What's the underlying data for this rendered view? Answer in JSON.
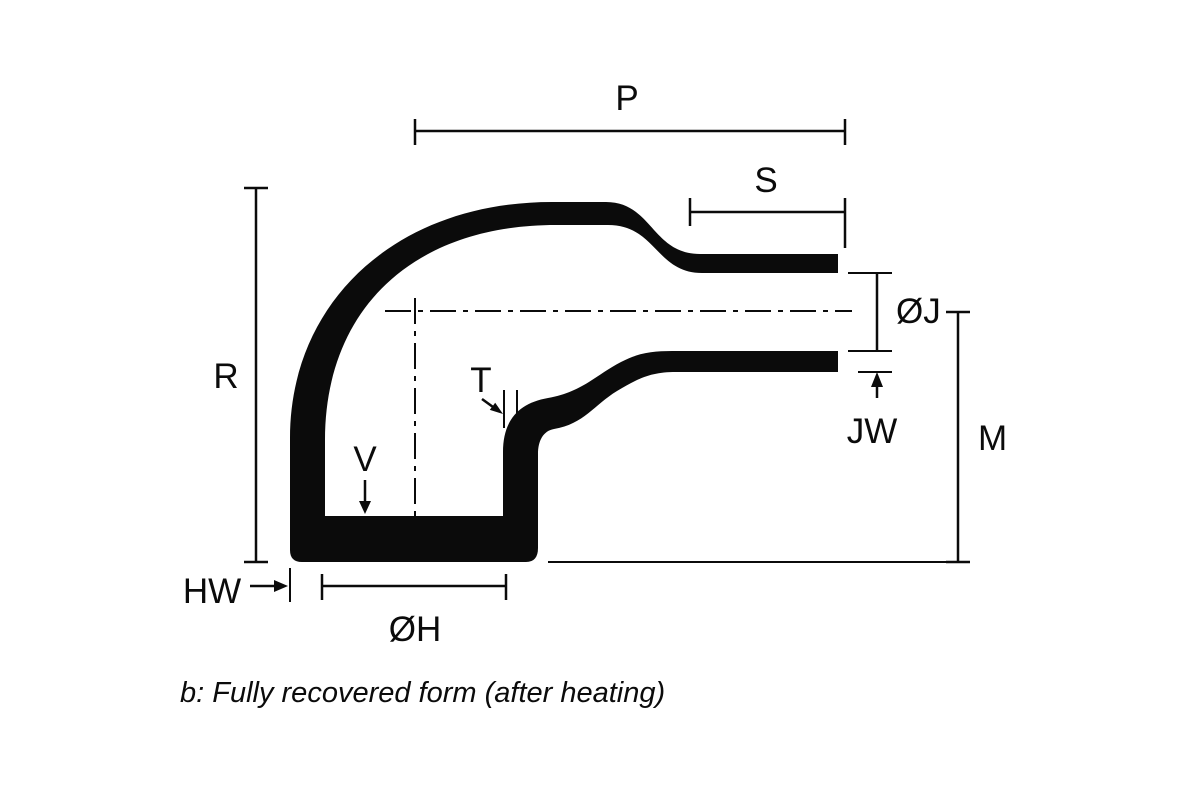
{
  "diagram": {
    "caption": "b: Fully recovered form (after heating)",
    "colors": {
      "ink": "#0b0b0b",
      "background": "#ffffff"
    },
    "dimensions": {
      "p": "P",
      "s": "S",
      "r": "R",
      "oj": "ØJ",
      "jw": "JW",
      "m": "M",
      "t": "T",
      "v": "V",
      "hw": "HW",
      "oh": "ØH"
    }
  }
}
